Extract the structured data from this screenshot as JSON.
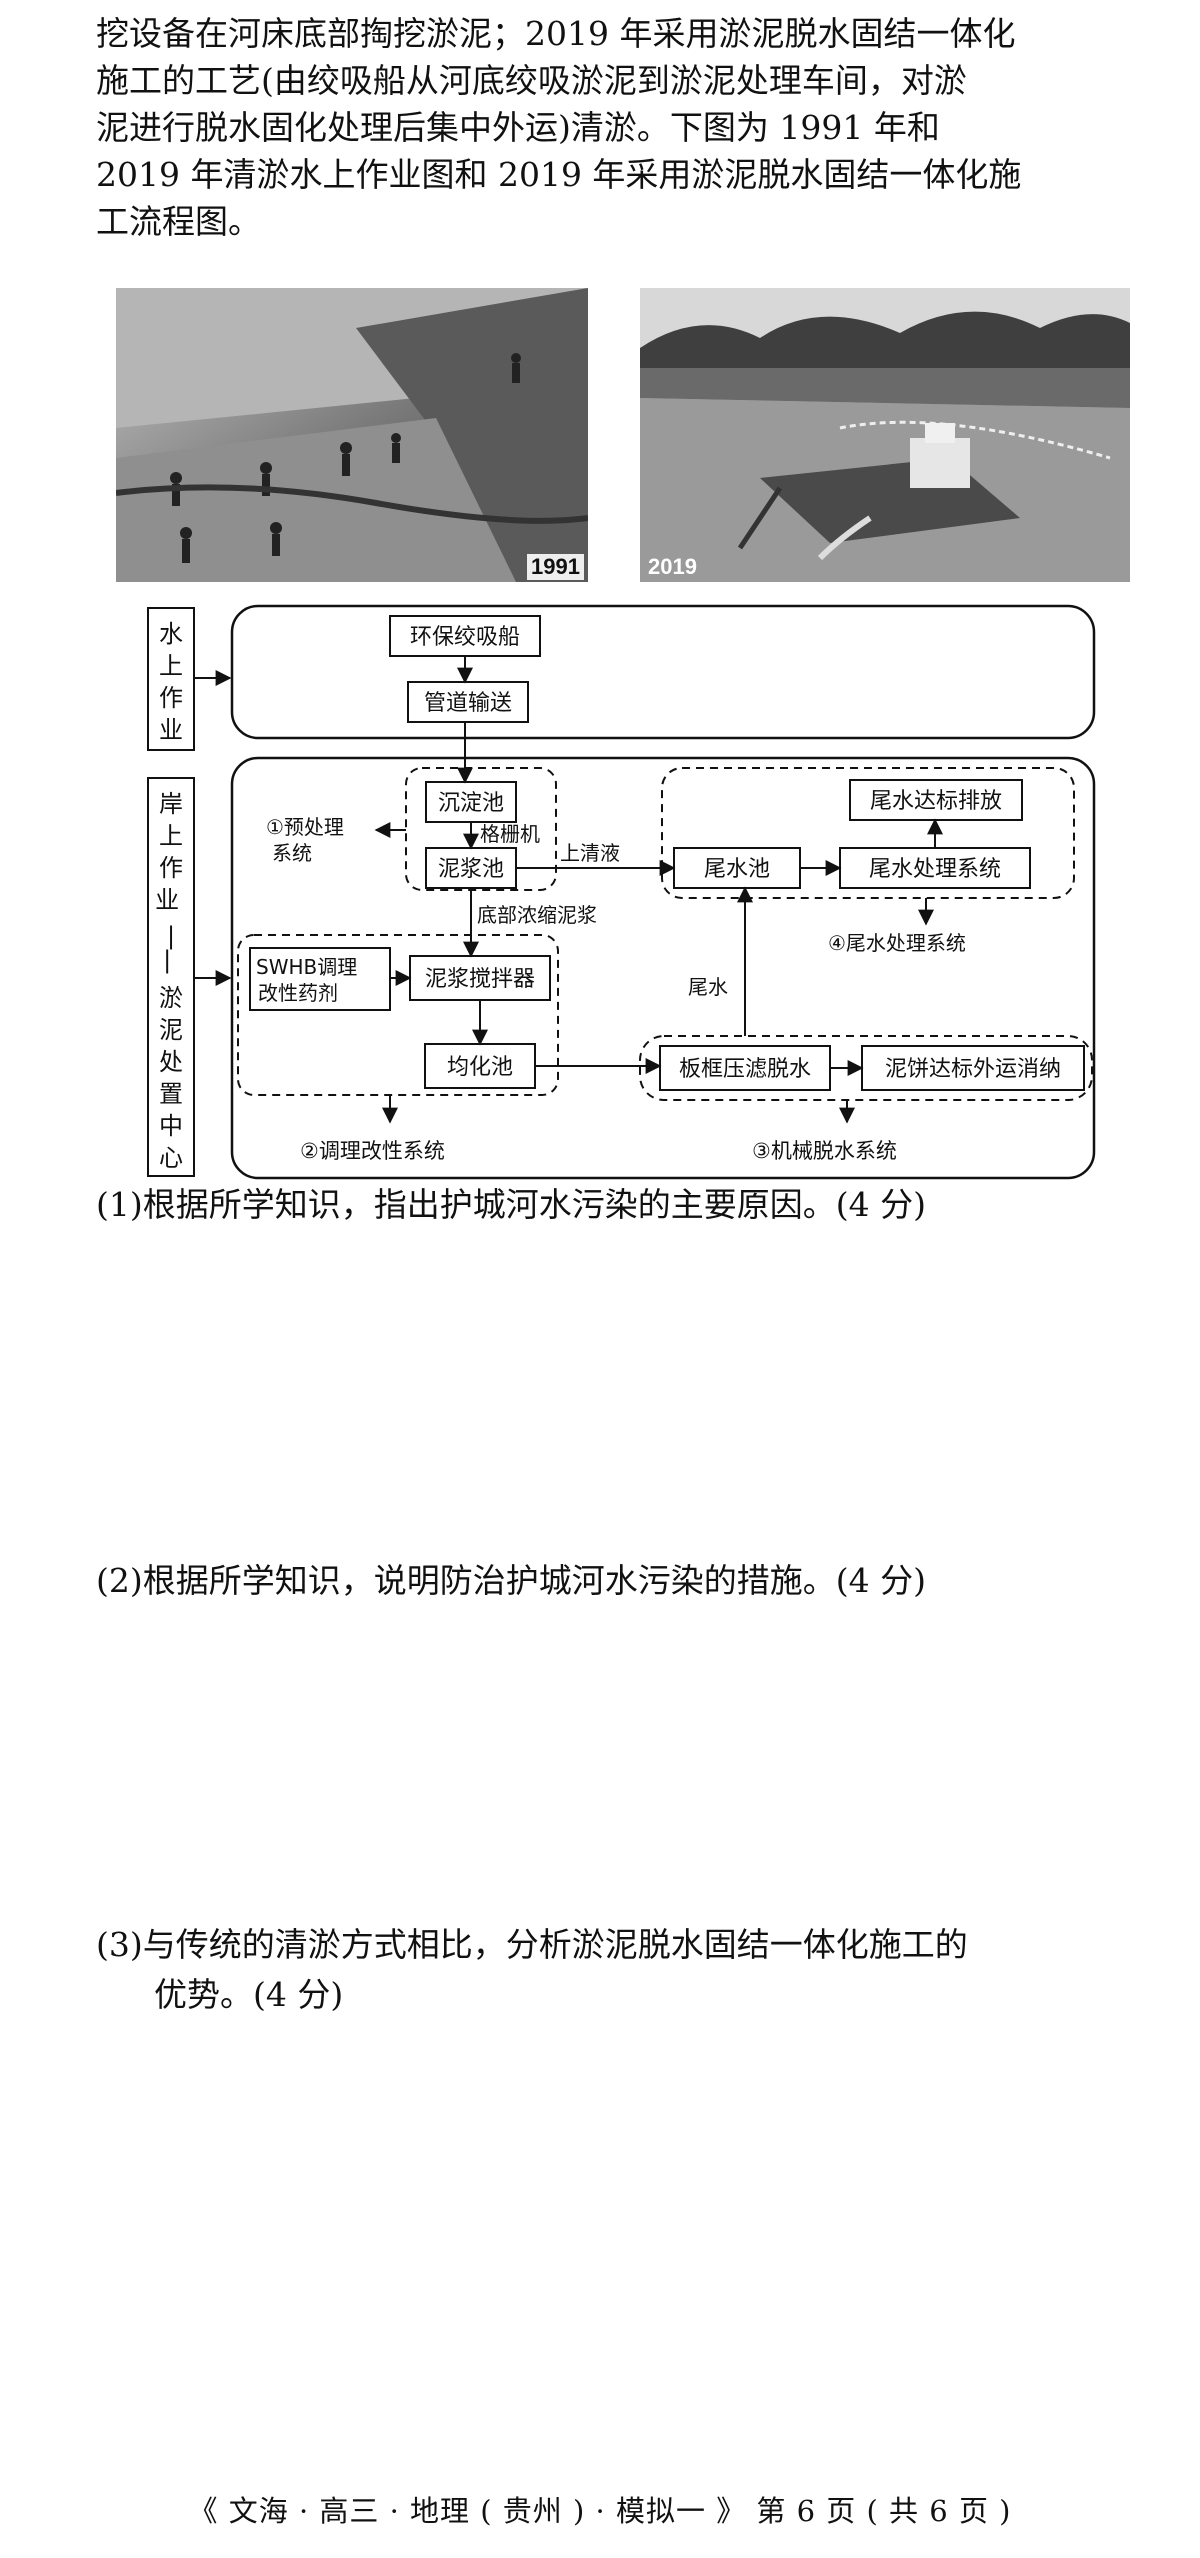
{
  "intro": {
    "lines": [
      "挖设备在河床底部掏挖淤泥；2019 年采用淤泥脱水固结一体化",
      "施工的工艺(由绞吸船从河底绞吸淤泥到淤泥处理车间，对淤",
      "泥进行脱水固化处理后集中外运)清淤。下图为 1991 年和",
      "2019 年清淤水上作业图和 2019 年采用淤泥脱水固结一体化施",
      "工流程图。"
    ]
  },
  "photos": {
    "left_year": "1991",
    "right_year": "2019"
  },
  "flow": {
    "side_water": "水上作业",
    "side_shore": "岸上作业——淤泥处置中心",
    "ship": "环保绞吸船",
    "pipe": "管道输送",
    "settling": "沉淀池",
    "grate": "格栅机",
    "slurry": "泥浆池",
    "pretreat": "①预处理系统",
    "supernatant": "上清液",
    "tail_pool": "尾水池",
    "tail_treat": "尾水处理系统",
    "tail_discharge": "尾水达标排放",
    "tail_system": "④尾水处理系统",
    "bottom_mud": "底部浓缩泥浆",
    "swhb": "SWHB调理改性药剂",
    "mixer": "泥浆搅拌器",
    "homogen": "均化池",
    "tail_water": "尾水",
    "press": "板框压滤脱水",
    "cake": "泥饼达标外运消纳",
    "cond_system": "②调理改性系统",
    "mech_system": "③机械脱水系统"
  },
  "questions": [
    {
      "text": "(1)根据所学知识，指出护城河水污染的主要原因。(4 分)"
    },
    {
      "text": "(2)根据所学知识，说明防治护城河水污染的措施。(4 分)"
    },
    {
      "line1": "(3)与传统的清淤方式相比，分析淤泥脱水固结一体化施工的",
      "line2": "优势。(4 分)"
    }
  ],
  "footer": "《 文海 · 高三 · 地理 ( 贵州 ) · 模拟一 》  第 6 页 ( 共 6 页 )"
}
